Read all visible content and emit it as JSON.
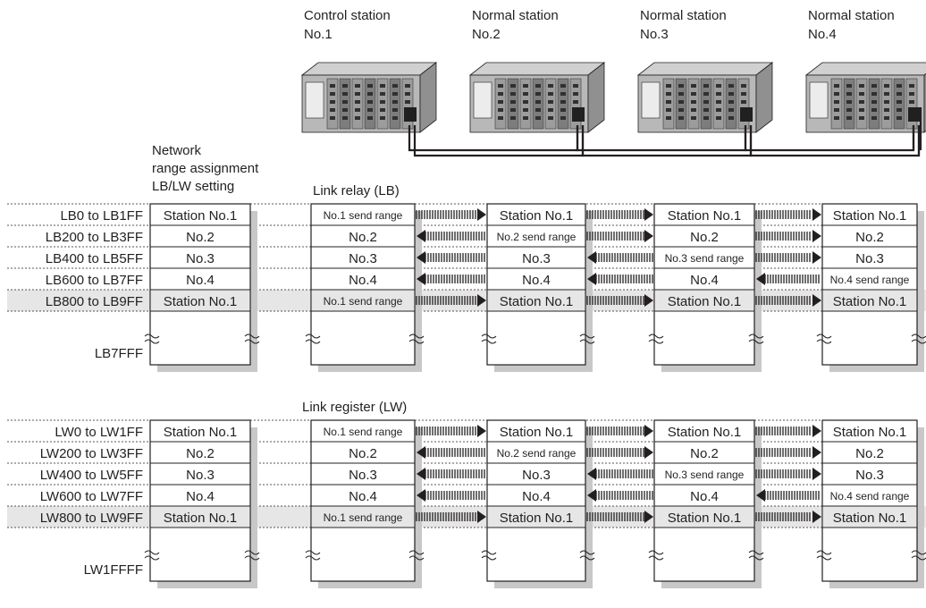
{
  "stations": [
    {
      "label1": "Control station",
      "label2": "No.1"
    },
    {
      "label1": "Normal station",
      "label2": "No.2"
    },
    {
      "label1": "Normal station",
      "label2": "No.3"
    },
    {
      "label1": "Normal station",
      "label2": "No.4"
    }
  ],
  "assignment_title": [
    "Network",
    "range assignment",
    "LB/LW setting"
  ],
  "lb": {
    "title": "Link relay (LB)",
    "row_labels": [
      "LB0 to LB1FF",
      "LB200 to LB3FF",
      "LB400 to LB5FF",
      "LB600 to LB7FF",
      "LB800 to LB9FF"
    ],
    "end_label": "LB7FFF"
  },
  "lw": {
    "title": "Link register (LW)",
    "row_labels": [
      "LW0 to LW1FF",
      "LW200 to LW3FF",
      "LW400 to LW5FF",
      "LW600 to LW7FF",
      "LW800 to LW9FF"
    ],
    "end_label": "LW1FFFF"
  },
  "assignment_cells": [
    "Station No.1",
    "No.2",
    "No.3",
    "No.4",
    "Station No.1"
  ],
  "station_cells": [
    [
      "No.1 send range",
      "No.2",
      "No.3",
      "No.4",
      "No.1 send range"
    ],
    [
      "Station No.1",
      "No.2 send range",
      "No.3",
      "No.4",
      "Station No.1"
    ],
    [
      "Station No.1",
      "No.2",
      "No.3 send range",
      "No.4",
      "Station No.1"
    ],
    [
      "Station No.1",
      "No.2",
      "No.3",
      "No.4 send range",
      "Station No.1"
    ]
  ],
  "colors": {
    "line": "#231f20",
    "shadow": "#c8c8c8",
    "highlight": "#e6e6e6",
    "plc_body": "#b8b8b8"
  }
}
